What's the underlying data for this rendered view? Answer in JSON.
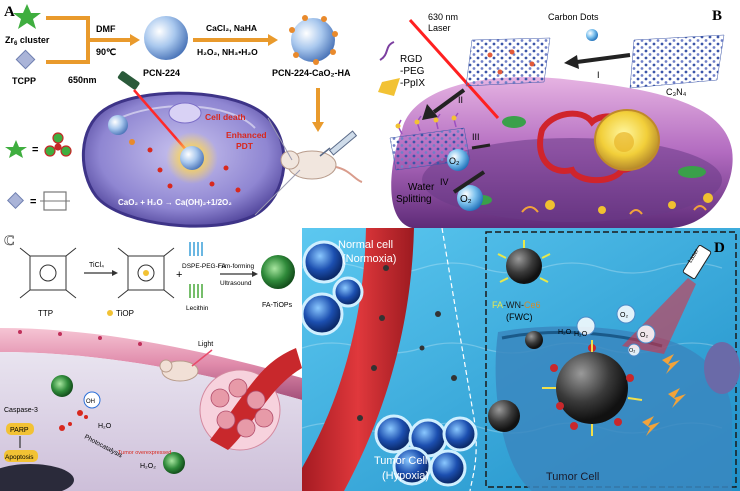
{
  "panelA": {
    "letter": "A",
    "zr_label": "Zr",
    "zr_sub": "6",
    "zr_suffix": " cluster",
    "tcpp_label": "TCPP",
    "dmf": "DMF",
    "temp": "90℃",
    "pcn": "PCN-224",
    "reagents_top": "CaCl₂, NaHA",
    "reagents_bottom": "H₂O₂, NH₃•H₂O",
    "product": "PCN-224-CaO₂-HA",
    "laser": "650nm",
    "cell_death": "Cell death",
    "enhanced": "Enhanced",
    "pdt": "PDT",
    "equation": "CaO₂ + H₂O → Ca(OH)₂+1/2O₂",
    "eq1": "=",
    "eq2": "="
  },
  "panelB": {
    "letter": "B",
    "laser_nm": "630 nm",
    "laser_word": "Laser",
    "carbon_dots": "Carbon Dots",
    "c3n4": "C₃N₄",
    "rgd": "RGD",
    "peg": "-PEG",
    "ppix": "-PpIX",
    "step1": "I",
    "step2": "II",
    "step3": "III",
    "step4": "IV",
    "o2a": "O₂",
    "o2b": "O₂",
    "water": "Water",
    "splitting": "Splitting"
  },
  "panelC": {
    "letter": "C",
    "ticl4": "TiCl₄",
    "dspe": "DSPE-PEG-FA",
    "film": "Film-forming",
    "ultra": "Ultrasound",
    "ttp": "TTP",
    "tiop": "TiOP",
    "lecithin": "Lecithin",
    "fatiops": "FA-TiOPs",
    "light": "Light",
    "caspase": "Caspase-3",
    "parp": "PARP",
    "apoptosis": "Apoptosis",
    "photocatalysis": "Photocatalysis",
    "tumor_overexp": "Tumor overexpressed",
    "h2o2": "H₂O₂",
    "oh": "OH",
    "h2o": "H₂O"
  },
  "panelD": {
    "letter": "D",
    "normal1": "Normal cell",
    "normal2": "(Normoxia)",
    "tumor1": "Tumor Cell",
    "tumor2": "(Hypoxia)",
    "fwc_fa": "FA",
    "fwc_wn": "-WN-",
    "fwc_ce6": "Ce6",
    "fwc_abbr": "(FWC)",
    "laser": "Laser",
    "h2o_a": "H₂O",
    "h2o_b": "H₂O",
    "o2_a": "O₂",
    "o2_b": "O₂",
    "o2_c": "O₂",
    "tumor_cell": "Tumor Cell"
  },
  "colors": {
    "cell_purple": "#5a4ea3",
    "red_vessel": "#c8282c",
    "water_blue": "#3db7e6",
    "green_star": "#3fae3f",
    "orange_arrow": "#f2a33a"
  }
}
